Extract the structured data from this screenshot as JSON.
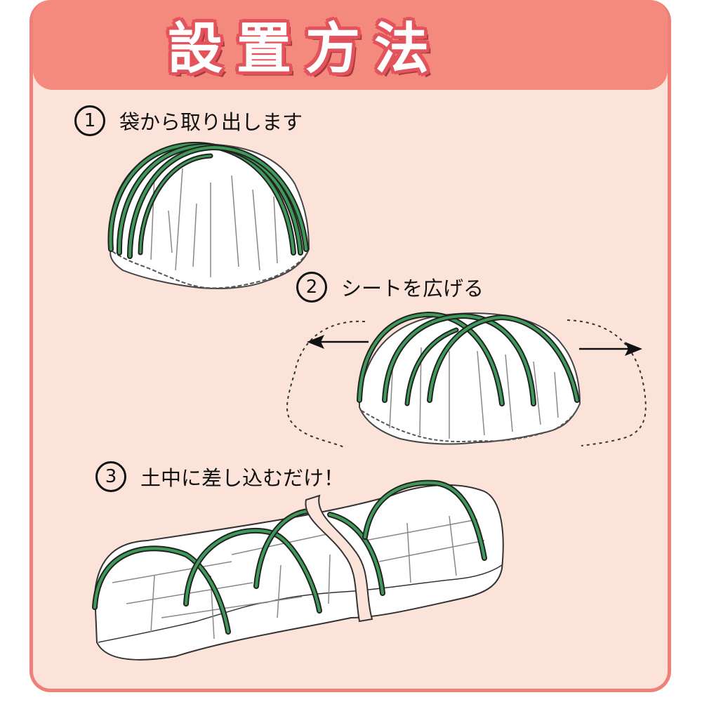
{
  "header": {
    "title": "設置方法"
  },
  "steps": [
    {
      "number": "1",
      "text": "袋から取り出します"
    },
    {
      "number": "2",
      "text": "シートを広げる"
    },
    {
      "number": "3",
      "text": "土中に差し込むだけ！"
    }
  ],
  "colors": {
    "frame_border": "#ee8077",
    "panel_background": "#fbe3da",
    "header_band": "#f4897e",
    "title_outline": "#e2535c",
    "hoop_green": "#3f9a5a"
  },
  "icons": [
    "arrow-left-icon",
    "arrow-right-icon"
  ]
}
